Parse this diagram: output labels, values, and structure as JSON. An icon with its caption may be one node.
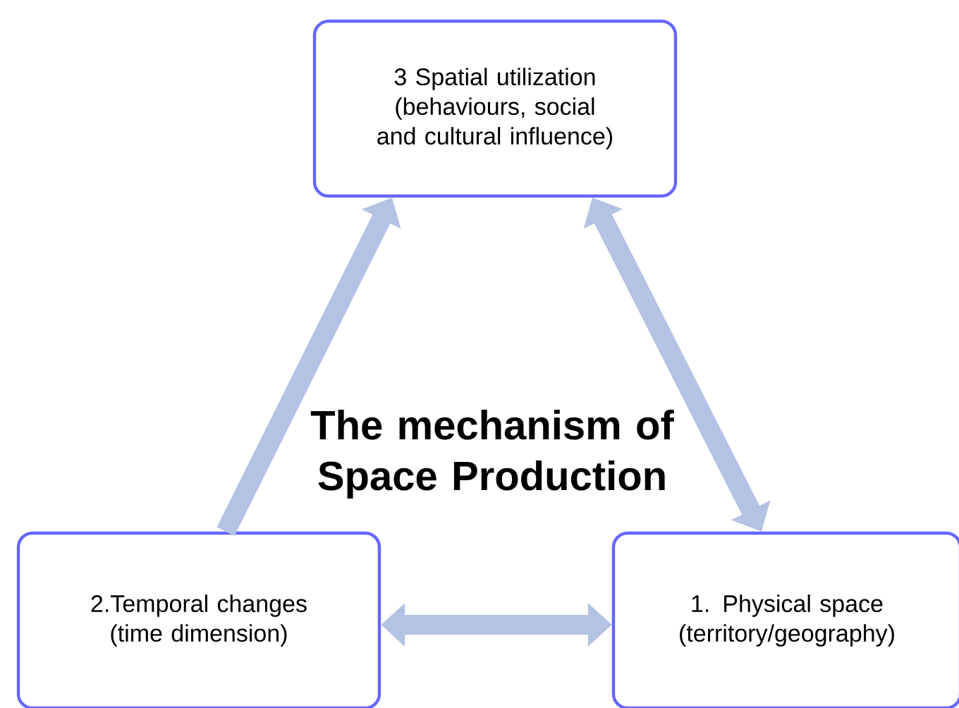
{
  "diagram": {
    "title": "The mechanism of Space Production",
    "nodes": [
      {
        "text": [
          "3 Spatial utilization (behaviours, social and cultural influence)"
        ]
      },
      {
        "text": [
          "2.Temporal changes (time dimension)"
        ]
      },
      {
        "text": [
          "1. Physical space (territory/geography)"
        ]
      }
    ],
    "edges": [
      {
        "from": 1,
        "to": 0,
        "arrow": "to"
      },
      {
        "from": 0,
        "to": 2,
        "arrow": "both"
      },
      {
        "from": 1,
        "to": 2,
        "arrow": "both"
      }
    ]
  }
}
